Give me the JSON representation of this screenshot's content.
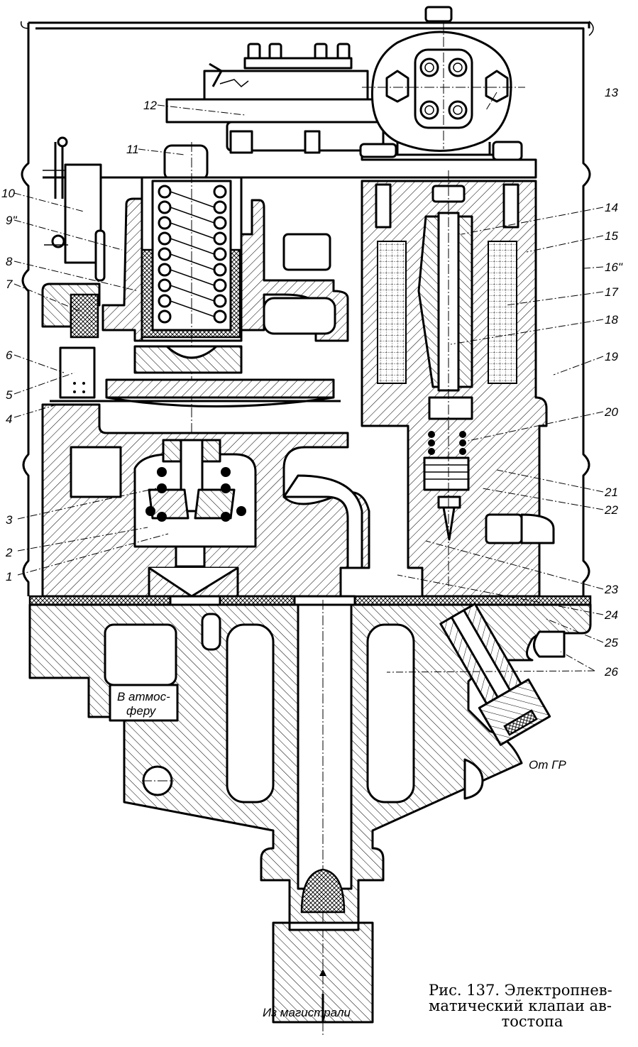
{
  "figure": {
    "caption_line1": "Рис.  137.  Электропнев-",
    "caption_line2": "матический  клапаи  ав-",
    "caption_line3": "тостопа"
  },
  "annotations": {
    "atmosphere_line1": "В атмос-",
    "atmosphere_line2": "феру",
    "from_main_reservoir": "От ГР",
    "from_main_line": "Из магистрали"
  },
  "callouts": [
    {
      "id": "1",
      "text": "1"
    },
    {
      "id": "2",
      "text": "2"
    },
    {
      "id": "3",
      "text": "3"
    },
    {
      "id": "4",
      "text": "4"
    },
    {
      "id": "5",
      "text": "5"
    },
    {
      "id": "6",
      "text": "6"
    },
    {
      "id": "7",
      "text": "7"
    },
    {
      "id": "8",
      "text": "8"
    },
    {
      "id": "9",
      "text": "9\""
    },
    {
      "id": "10",
      "text": "10"
    },
    {
      "id": "11",
      "text": "11"
    },
    {
      "id": "12",
      "text": "12"
    },
    {
      "id": "13",
      "text": "13"
    },
    {
      "id": "14",
      "text": "14"
    },
    {
      "id": "15",
      "text": "15"
    },
    {
      "id": "16",
      "text": "16\""
    },
    {
      "id": "17",
      "text": "17"
    },
    {
      "id": "18",
      "text": "18"
    },
    {
      "id": "19",
      "text": "19"
    },
    {
      "id": "20",
      "text": "20"
    },
    {
      "id": "21",
      "text": "21"
    },
    {
      "id": "22",
      "text": "22"
    },
    {
      "id": "23",
      "text": "23"
    },
    {
      "id": "24",
      "text": "24"
    },
    {
      "id": "25",
      "text": "25"
    },
    {
      "id": "26",
      "text": "26"
    }
  ]
}
